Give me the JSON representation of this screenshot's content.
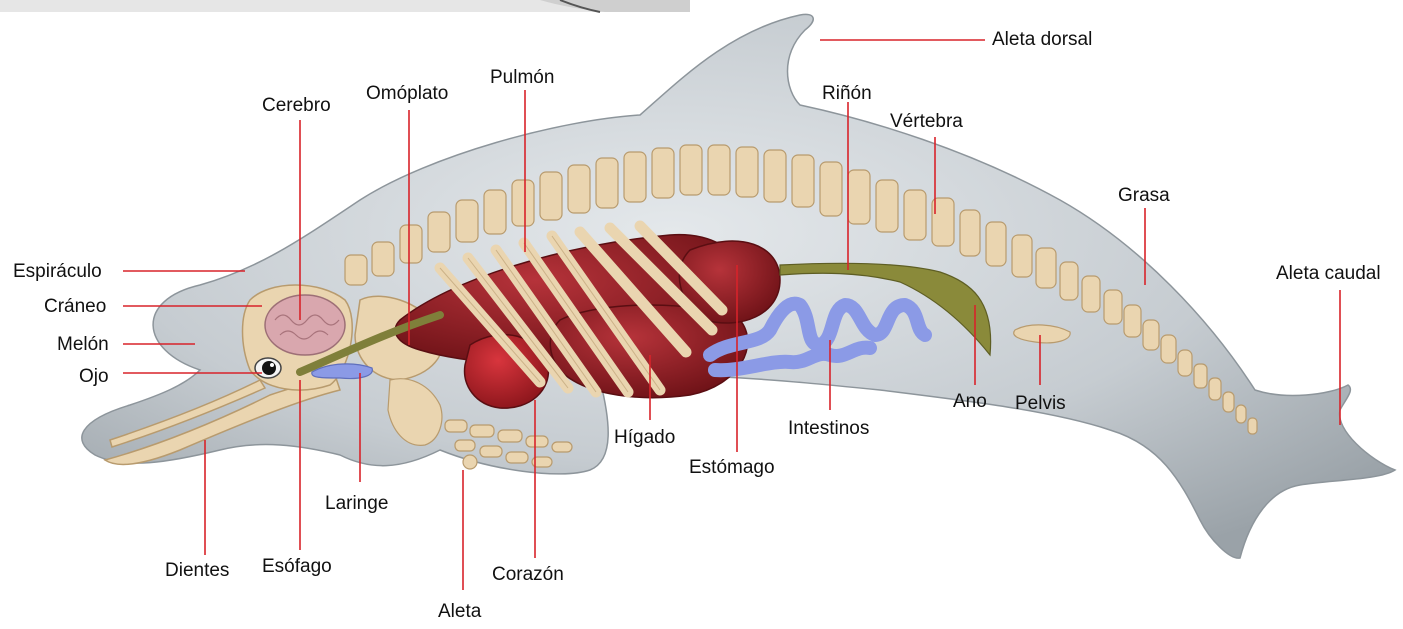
{
  "diagram": {
    "labels": {
      "aleta_dorsal": "Aleta dorsal",
      "rinon": "Riñón",
      "vertebra": "Vértebra",
      "grasa": "Grasa",
      "aleta_caudal": "Aleta caudal",
      "pulmon": "Pulmón",
      "omoplato": "Omóplato",
      "cerebro": "Cerebro",
      "espiraculo": "Espiráculo",
      "craneo": "Cráneo",
      "melon": "Melón",
      "ojo": "Ojo",
      "dientes": "Dientes",
      "esofago": "Esófago",
      "laringe": "Laringe",
      "aleta": "Aleta",
      "corazon": "Corazón",
      "higado": "Hígado",
      "estomago": "Estómago",
      "intestinos": "Intestinos",
      "ano": "Ano",
      "pelvis": "Pelvis"
    },
    "colors": {
      "leader_line": "#d8232a",
      "body": "#c9ced2",
      "bone": "#ead5b0",
      "organ": "#8c1c22",
      "intestine": "#8b9ae6",
      "kidney": "#8a8a3a",
      "brain": "#d9a7ae"
    }
  }
}
